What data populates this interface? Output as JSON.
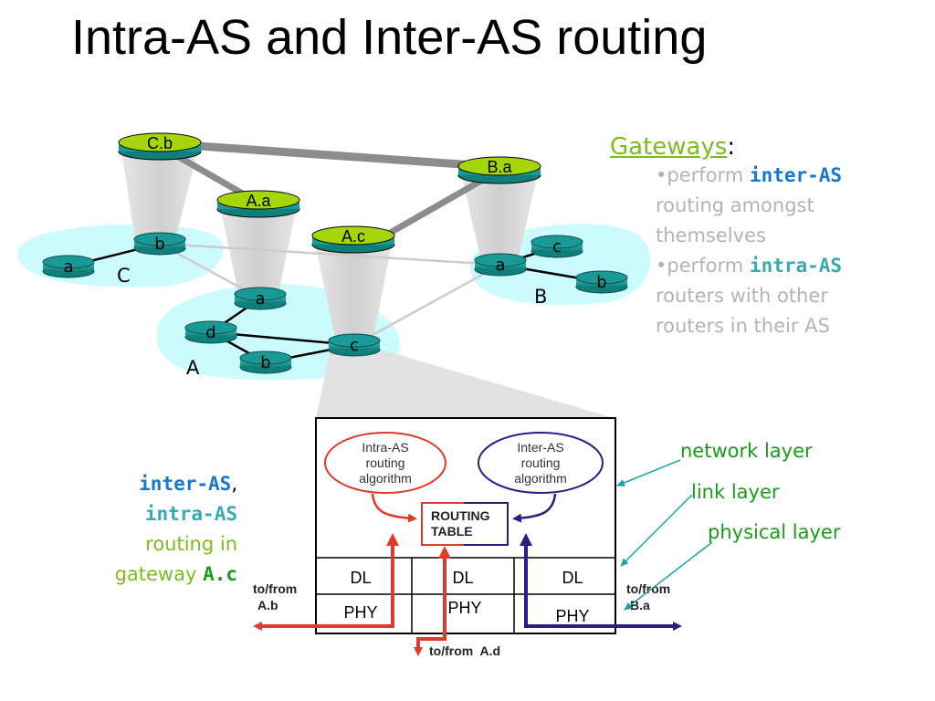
{
  "slide": {
    "title": "Intra-AS and Inter-AS routing"
  },
  "gateways": {
    "heading": "Gateways",
    "colon": ":",
    "bullet1_prefix": "•perform ",
    "bullet1_keyword": "inter-AS",
    "bullet1_line2": "routing amongst",
    "bullet1_line3": "themselves",
    "bullet2_prefix": "•perform ",
    "bullet2_keyword": "intra-AS",
    "bullet2_line2": "routers with other",
    "bullet2_line3": "routers in their AS"
  },
  "caption": {
    "inter": "inter-AS",
    "comma": ",",
    "intra": "intra-AS",
    "line3": "routing in",
    "line4_prefix": "gateway ",
    "line4_keyword": "A.c"
  },
  "layers": {
    "network": "network layer",
    "link": "link layer",
    "physical": "physical layer"
  },
  "network": {
    "as_labels": {
      "C": "C",
      "A": "A",
      "B": "B"
    },
    "gateways": {
      "cb": "C.b",
      "ba": "B.a",
      "aa": "A.a",
      "ac": "A.c"
    },
    "routers": {
      "c_a": "a",
      "c_b": "b",
      "a_a": "a",
      "a_d": "d",
      "a_b": "b",
      "a_c": "c",
      "b_a": "a",
      "b_c": "c",
      "b_b": "b"
    }
  },
  "detail": {
    "intra_algo": [
      "Intra-AS",
      "routing",
      "algorithm"
    ],
    "inter_algo": [
      "Inter-AS",
      "routing",
      "algorithm"
    ],
    "routing_table": [
      "ROUTING",
      "TABLE"
    ],
    "dl": "DL",
    "phy": "PHY",
    "to_from_ab": [
      "to/from",
      "A.b"
    ],
    "to_from_ba": [
      "to/from",
      "B.a"
    ],
    "to_from_ad": "to/from  A.d"
  },
  "colors": {
    "as_region": "#ccfbfd",
    "router": "#1a9a96",
    "gateway_top": "#a4d60a",
    "intra": "#e03a2a",
    "inter": "#2c1c86",
    "gateway_text": "#7dbb1e",
    "keyword_blue": "#1478d2",
    "keyword_teal": "#3aa8b2"
  }
}
